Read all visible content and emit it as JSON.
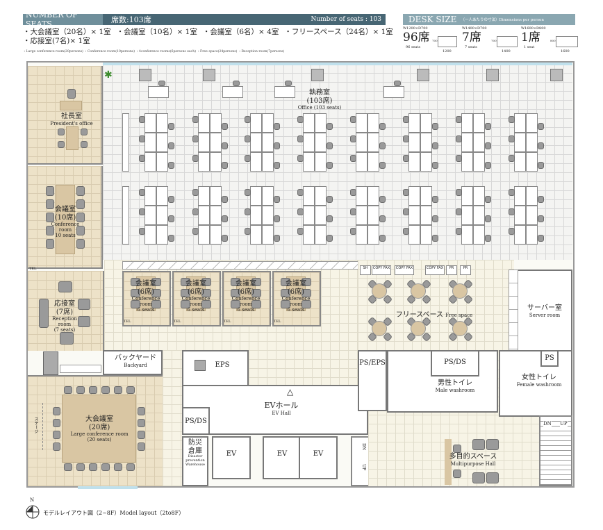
{
  "seats_header": {
    "title": "NUMBER OF SEATS",
    "jp_total": "席数:103席",
    "total_en": "Number of seats : 103"
  },
  "seat_summary_jp": [
    "・大会議室（20名）× 1室",
    "・会議室（10名）× 1室",
    "・会議室（6名）× 4室",
    "・フリースペース（24名）× 1室",
    "・応接室(7名)× 1室"
  ],
  "seat_summary_en": "・Large conference room(20persons) ・Conference room(10persons) ・4conference rooms(6persons each) ・Free space(24persons) ・Reception room(7persons)",
  "desk_size": {
    "title": "DESK SIZE",
    "subtitle": "（一人あたりの寸法）Dimensions per person",
    "types": [
      {
        "dim": "W1200×D700",
        "count": "96席",
        "en": "96 seats",
        "w": "1200",
        "d": "700"
      },
      {
        "dim": "W1400×D700",
        "count": "7席",
        "en": "7 seats",
        "w": "1400",
        "d": "700"
      },
      {
        "dim": "W1600×D800",
        "count": "1席",
        "en": "1 seat",
        "w": "1600",
        "d": "800"
      }
    ]
  },
  "rooms": {
    "office": {
      "jp": "執務室",
      "seats": "(103席)",
      "en": "Office (103 seats)"
    },
    "president": {
      "jp": "社長室",
      "en": "President's office"
    },
    "conf10": {
      "jp": "会議室",
      "seats": "(10席)",
      "en1": "Conference",
      "en2": "room",
      "en3": "10 seats"
    },
    "reception": {
      "jp": "応接室",
      "seats": "(7席)",
      "en1": "Reception",
      "en2": "room",
      "en3": "(7 seats)"
    },
    "conf6": {
      "jp": "会議室",
      "seats": "(6席)",
      "en1": "Conference",
      "en2": "room",
      "en3": "6 seats"
    },
    "free": {
      "jp": "フリースペース",
      "en": "Free space"
    },
    "server": {
      "jp": "サーバー室",
      "en": "Server room"
    },
    "backyard": {
      "jp": "バックヤード",
      "en": "Backyard"
    },
    "eps": "EPS",
    "ev_hall": {
      "jp": "EVホール",
      "en": "EV Hall"
    },
    "psds": "PS/DS",
    "pseps": "PS/EPS",
    "ps": "PS",
    "male": {
      "jp": "男性トイレ",
      "en": "Male washroom"
    },
    "female": {
      "jp": "女性トイレ",
      "en": "Female washroom"
    },
    "disaster": {
      "jp1": "防災",
      "jp2": "倉庫",
      "en": "Disaster prevention Warehouse"
    },
    "ev": "EV",
    "large": {
      "jp": "大会議室",
      "seats": "(20席)",
      "en": "Large conference room",
      "en2": "(20 seats)"
    },
    "multi": {
      "jp": "多目的スペース",
      "en": "Multipurpose Hall"
    },
    "stage": "ステージ"
  },
  "equipment": {
    "sh": "SH",
    "copy": "COPY FAX",
    "pr": "PR",
    "tel": "TEL",
    "dn": "DN",
    "up": "UP"
  },
  "footer": {
    "north": "N",
    "caption": "モデルレイアウト図（2~8F）Model layout（2to8F）"
  }
}
